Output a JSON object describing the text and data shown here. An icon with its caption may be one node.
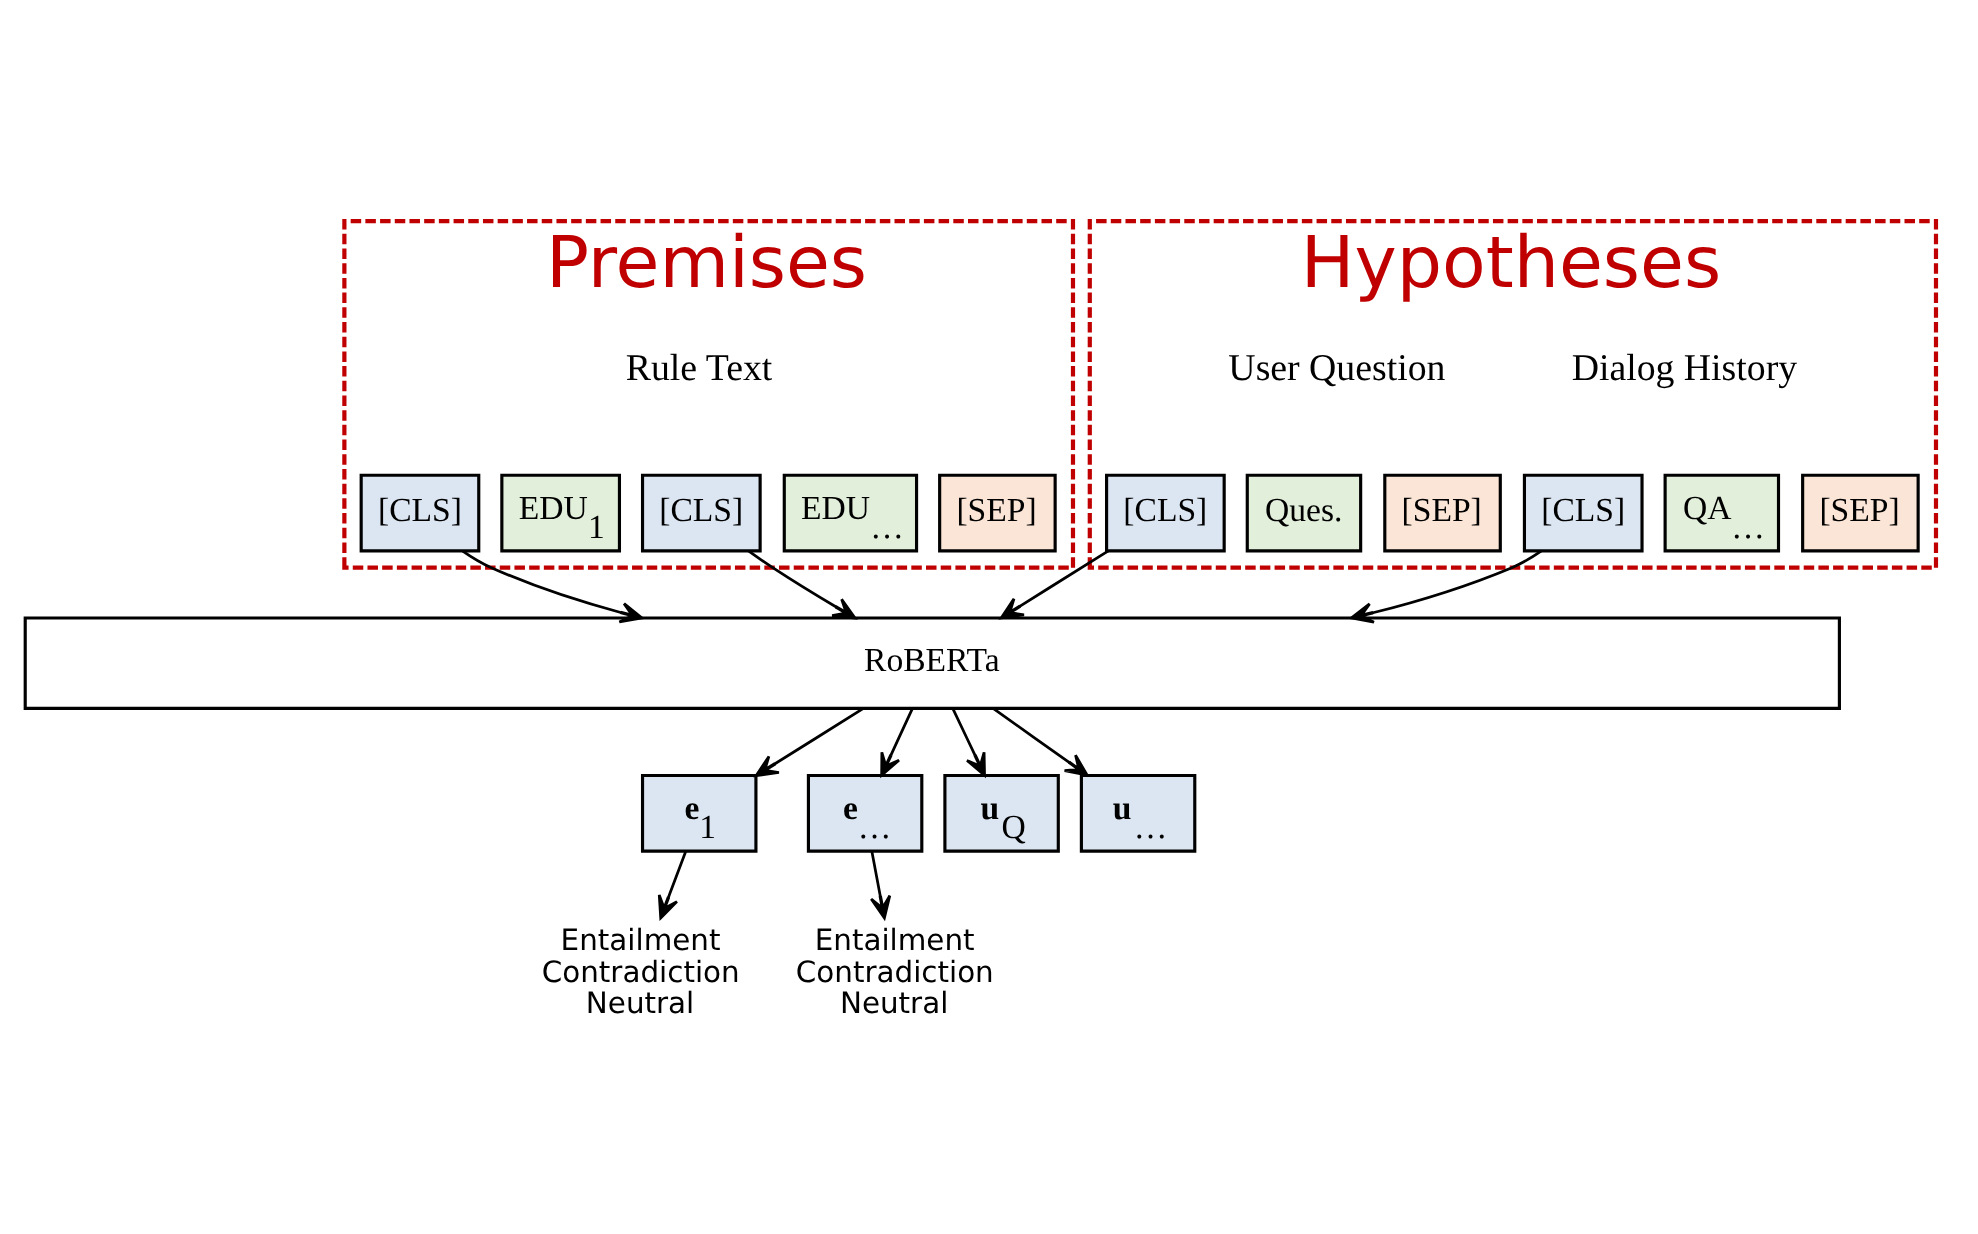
{
  "diagram": {
    "nodes": [
      {
        "text": [
          "Premises"
        ]
      },
      {
        "text": [
          "[CLS]"
        ],
        "in": 0
      },
      {
        "text": [
          "EDU$_{1}$"
        ],
        "in": 0
      },
      {
        "text": [
          "[CLS]"
        ],
        "in": 0
      },
      {
        "text": [
          "EDU$_{…}$"
        ],
        "in": 0
      },
      {
        "text": [
          "[SEP]"
        ],
        "in": 0
      },
      {
        "text": [
          "Hypotheses"
        ]
      },
      {
        "text": [
          "[CLS]"
        ],
        "in": 6
      },
      {
        "text": [
          "Ques."
        ],
        "in": 6
      },
      {
        "text": [
          "[SEP]"
        ],
        "in": 6
      },
      {
        "text": [
          "[CLS]"
        ],
        "in": 6
      },
      {
        "text": [
          "QA$_{…}$"
        ],
        "in": 6
      },
      {
        "text": [
          "[SEP]"
        ],
        "in": 6
      },
      {
        "text": [
          "RoBERTa"
        ]
      },
      {
        "text": [
          "**e**$_{1}$"
        ]
      },
      {
        "text": [
          "**e**$_{…}$"
        ]
      },
      {
        "text": [
          "**u**$_{Q}$"
        ]
      },
      {
        "text": [
          "**u**$_{…}$"
        ]
      },
      {
        "text": [
          "Entailment Contradiction Neutral"
        ]
      },
      {
        "text": [
          "Entailment Contradiction Neutral"
        ]
      }
    ],
    "edges": [
      {
        "from": 1,
        "to": 13,
        "arrow": "to"
      },
      {
        "from": 3,
        "to": 13,
        "arrow": "to"
      },
      {
        "from": 7,
        "to": 13,
        "arrow": "to"
      },
      {
        "from": 10,
        "to": 13,
        "arrow": "to"
      },
      {
        "from": 13,
        "to": 14,
        "arrow": "to"
      },
      {
        "from": 13,
        "to": 15,
        "arrow": "to"
      },
      {
        "from": 13,
        "to": 16,
        "arrow": "to"
      },
      {
        "from": 13,
        "to": 17,
        "arrow": "to"
      },
      {
        "from": 14,
        "to": 18,
        "arrow": "to"
      },
      {
        "from": 15,
        "to": 19,
        "arrow": "to"
      }
    ],
    "labels": [
      "Rule Text",
      "User Question",
      "Dialog History"
    ]
  }
}
